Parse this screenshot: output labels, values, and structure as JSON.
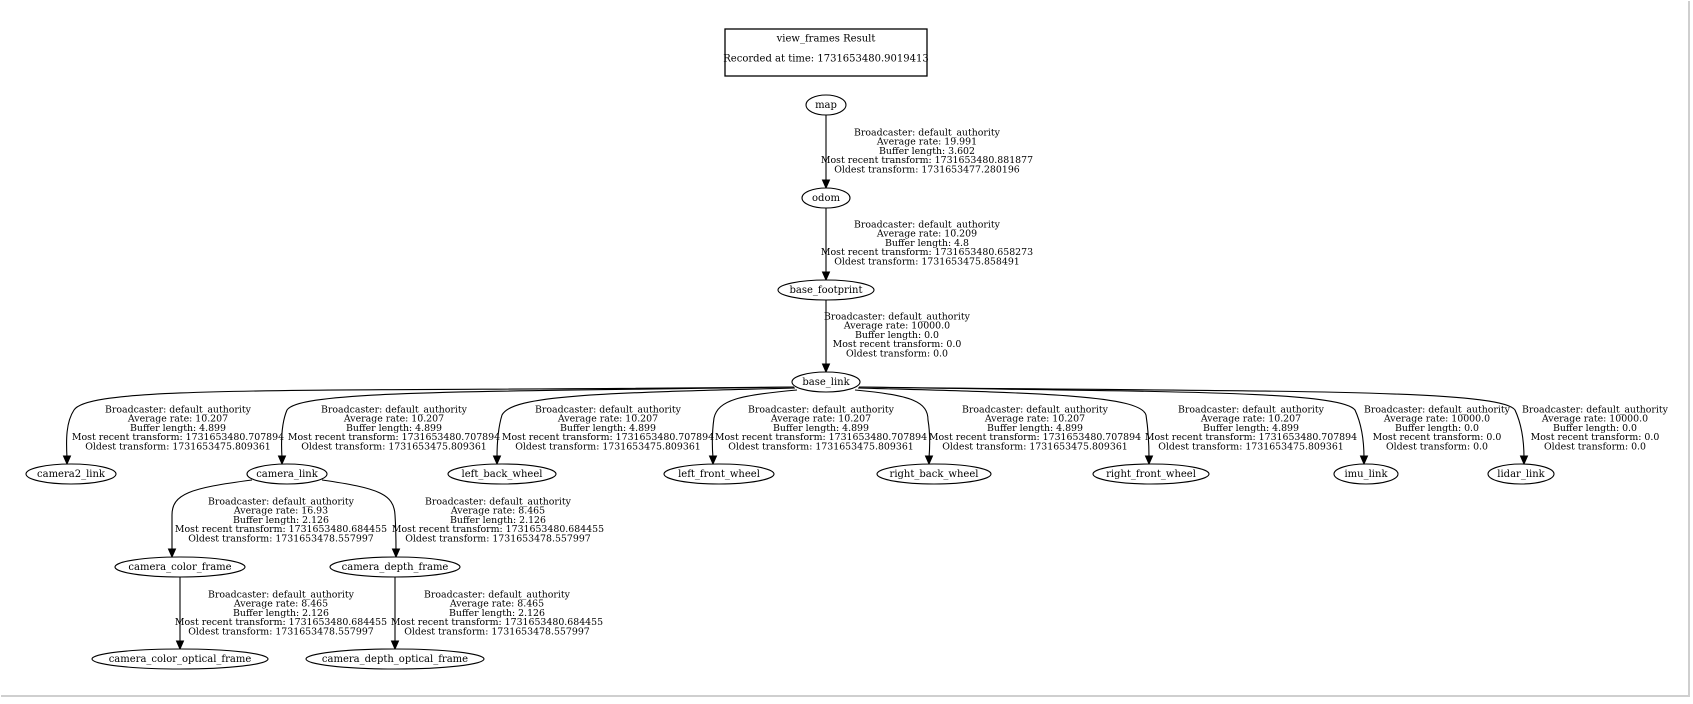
{
  "title": {
    "name": "view_frames Result",
    "recorded": "Recorded at time: 1731653480.9019413"
  },
  "nodes": {
    "map": "map",
    "odom": "odom",
    "base_footprint": "base_footprint",
    "base_link": "base_link",
    "camera2_link": "camera2_link",
    "camera_link": "camera_link",
    "left_back_wheel": "left_back_wheel",
    "left_front_wheel": "left_front_wheel",
    "right_back_wheel": "right_back_wheel",
    "right_front_wheel": "right_front_wheel",
    "imu_link": "imu_link",
    "lidar_link": "lidar_link",
    "camera_color_frame": "camera_color_frame",
    "camera_depth_frame": "camera_depth_frame",
    "camera_color_optical_frame": "camera_color_optical_frame",
    "camera_depth_optical_frame": "camera_depth_optical_frame"
  },
  "edges": {
    "map_odom": [
      "Broadcaster: default_authority",
      "Average rate: 19.991",
      "Buffer length: 3.602",
      "Most recent transform: 1731653480.881877",
      "Oldest transform: 1731653477.280196"
    ],
    "odom_base_footprint": [
      "Broadcaster: default_authority",
      "Average rate: 10.209",
      "Buffer length: 4.8",
      "Most recent transform: 1731653480.658273",
      "Oldest transform: 1731653475.858491"
    ],
    "base_footprint_base_link": [
      "Broadcaster: default_authority",
      "Average rate: 10000.0",
      "Buffer length: 0.0",
      "Most recent transform: 0.0",
      "Oldest transform: 0.0"
    ],
    "base_link_camera2_link": [
      "Broadcaster: default_authority",
      "Average rate: 10.207",
      "Buffer length: 4.899",
      "Most recent transform: 1731653480.707894",
      "Oldest transform: 1731653475.809361"
    ],
    "base_link_camera_link": [
      "Broadcaster: default_authority",
      "Average rate: 10.207",
      "Buffer length: 4.899",
      "Most recent transform: 1731653480.707894",
      "Oldest transform: 1731653475.809361"
    ],
    "base_link_left_back_wheel": [
      "Broadcaster: default_authority",
      "Average rate: 10.207",
      "Buffer length: 4.899",
      "Most recent transform: 1731653480.707894",
      "Oldest transform: 1731653475.809361"
    ],
    "base_link_left_front_wheel": [
      "Broadcaster: default_authority",
      "Average rate: 10.207",
      "Buffer length: 4.899",
      "Most recent transform: 1731653480.707894",
      "Oldest transform: 1731653475.809361"
    ],
    "base_link_right_back_wheel": [
      "Broadcaster: default_authority",
      "Average rate: 10.207",
      "Buffer length: 4.899",
      "Most recent transform: 1731653480.707894",
      "Oldest transform: 1731653475.809361"
    ],
    "base_link_right_front_wheel": [
      "Broadcaster: default_authority",
      "Average rate: 10.207",
      "Buffer length: 4.899",
      "Most recent transform: 1731653480.707894",
      "Oldest transform: 1731653475.809361"
    ],
    "base_link_imu_link": [
      "Broadcaster: default_authority",
      "Average rate: 10000.0",
      "Buffer length: 0.0",
      "Most recent transform: 0.0",
      "Oldest transform: 0.0"
    ],
    "base_link_lidar_link": [
      "Broadcaster: default_authority",
      "Average rate: 10000.0",
      "Buffer length: 0.0",
      "Most recent transform: 0.0",
      "Oldest transform: 0.0"
    ],
    "camera_link_camera_color_frame": [
      "Broadcaster: default_authority",
      "Average rate: 16.93",
      "Buffer length: 2.126",
      "Most recent transform: 1731653480.684455",
      "Oldest transform: 1731653478.557997"
    ],
    "camera_link_camera_depth_frame": [
      "Broadcaster: default_authority",
      "Average rate: 8.465",
      "Buffer length: 2.126",
      "Most recent transform: 1731653480.684455",
      "Oldest transform: 1731653478.557997"
    ],
    "camera_color_frame_camera_color_optical_frame": [
      "Broadcaster: default_authority",
      "Average rate: 8.465",
      "Buffer length: 2.126",
      "Most recent transform: 1731653480.684455",
      "Oldest transform: 1731653478.557997"
    ],
    "camera_depth_frame_camera_depth_optical_frame": [
      "Broadcaster: default_authority",
      "Average rate: 8.465",
      "Buffer length: 2.126",
      "Most recent transform: 1731653480.684455",
      "Oldest transform: 1731653478.557997"
    ]
  }
}
